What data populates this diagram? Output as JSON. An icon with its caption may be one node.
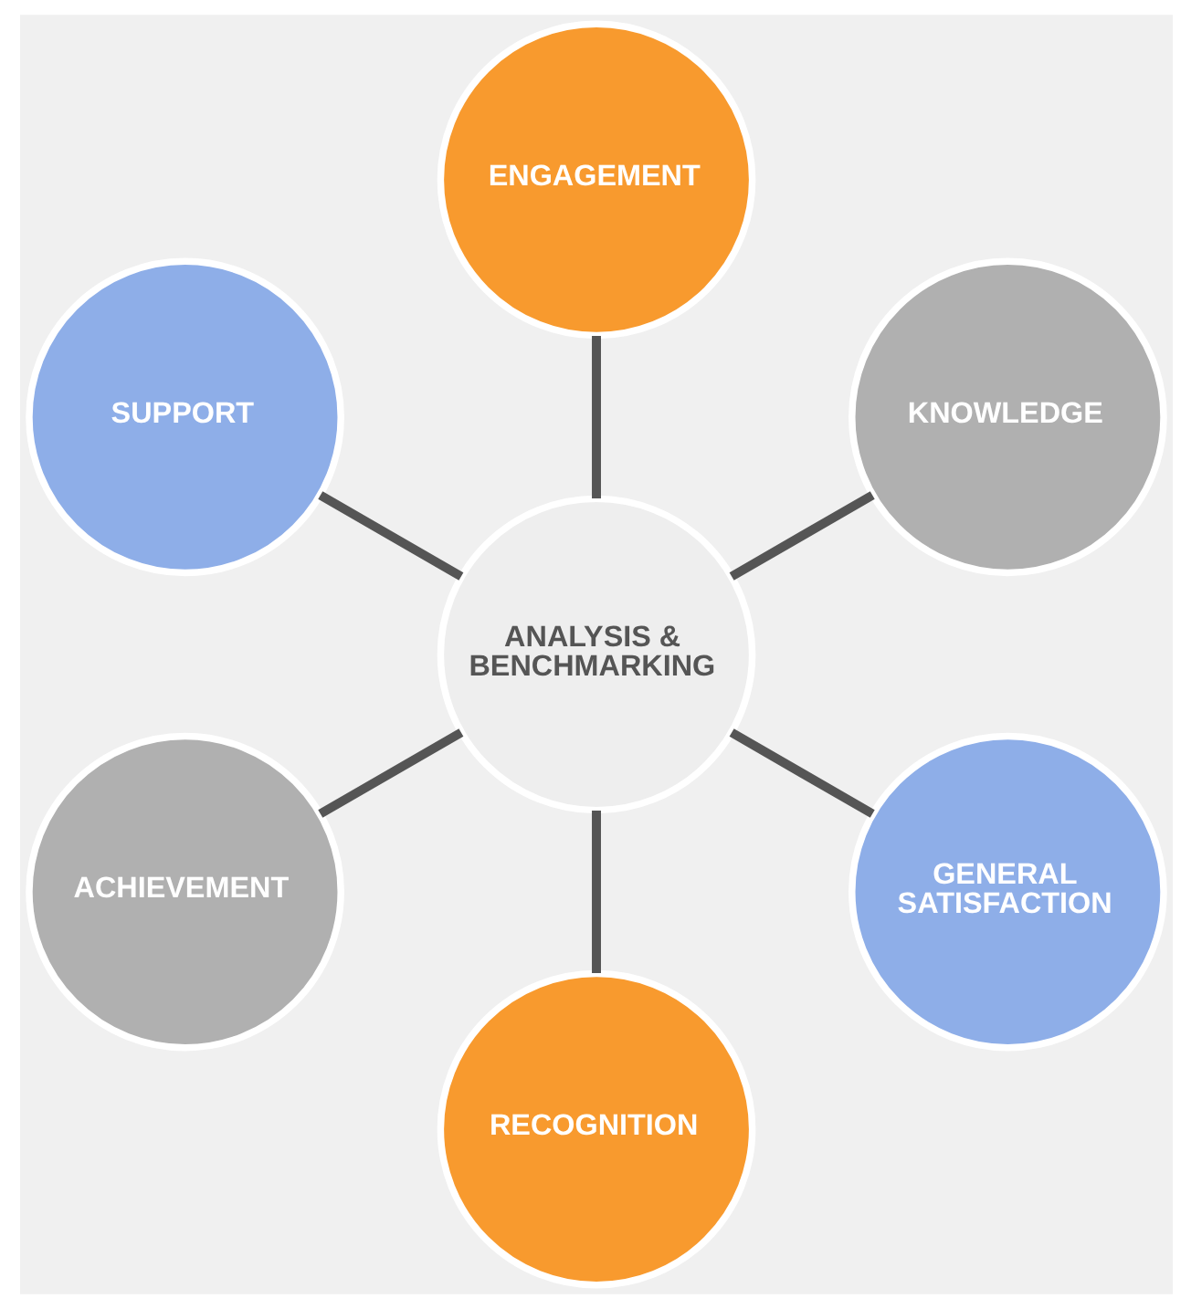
{
  "diagram": {
    "nodes": [
      {
        "text": [
          "ANALYSIS & BENCHMARKING"
        ]
      },
      {
        "text": [
          "GENERAL SATISFACTION"
        ]
      },
      {
        "text": [
          "RECOGNITION"
        ]
      },
      {
        "text": [
          "ACHIEVEMENT"
        ]
      },
      {
        "text": [
          "SUPPORT"
        ]
      },
      {
        "text": [
          "ENGAGEMENT"
        ]
      },
      {
        "text": [
          "KNOWLEDGE"
        ]
      }
    ],
    "edges": [
      {
        "from": 0,
        "to": 1,
        "arrow": "none"
      },
      {
        "from": 0,
        "to": 2,
        "arrow": "none"
      },
      {
        "from": 0,
        "to": 3,
        "arrow": "none"
      },
      {
        "from": 0,
        "to": 4,
        "arrow": "none"
      },
      {
        "from": 0,
        "to": 5,
        "arrow": "none"
      },
      {
        "from": 0,
        "to": 6,
        "arrow": "none"
      }
    ]
  }
}
